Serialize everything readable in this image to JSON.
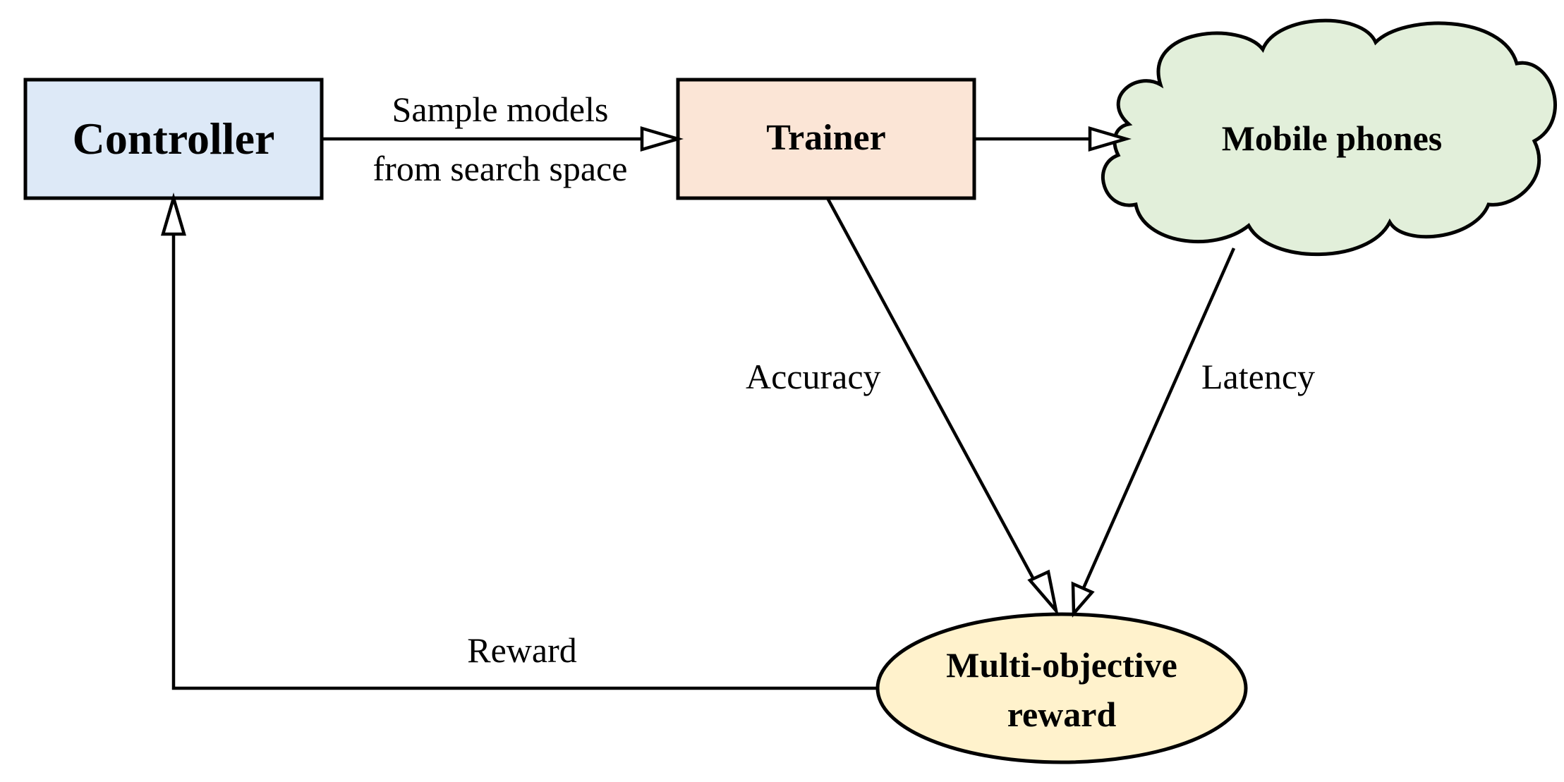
{
  "nodes": {
    "controller": {
      "label": "Controller",
      "fill": "#dde9f7"
    },
    "trainer": {
      "label": "Trainer",
      "fill": "#fbe5d6"
    },
    "mobile_phones": {
      "label": "Mobile phones",
      "fill": "#e2efda"
    },
    "reward_node": {
      "line1": "Multi-objective",
      "line2": "reward",
      "fill": "#fff2cc"
    }
  },
  "edges": {
    "sample": {
      "line1": "Sample models",
      "line2": "from search space"
    },
    "accuracy": {
      "label": "Accuracy"
    },
    "latency": {
      "label": "Latency"
    },
    "reward": {
      "label": "Reward"
    }
  }
}
